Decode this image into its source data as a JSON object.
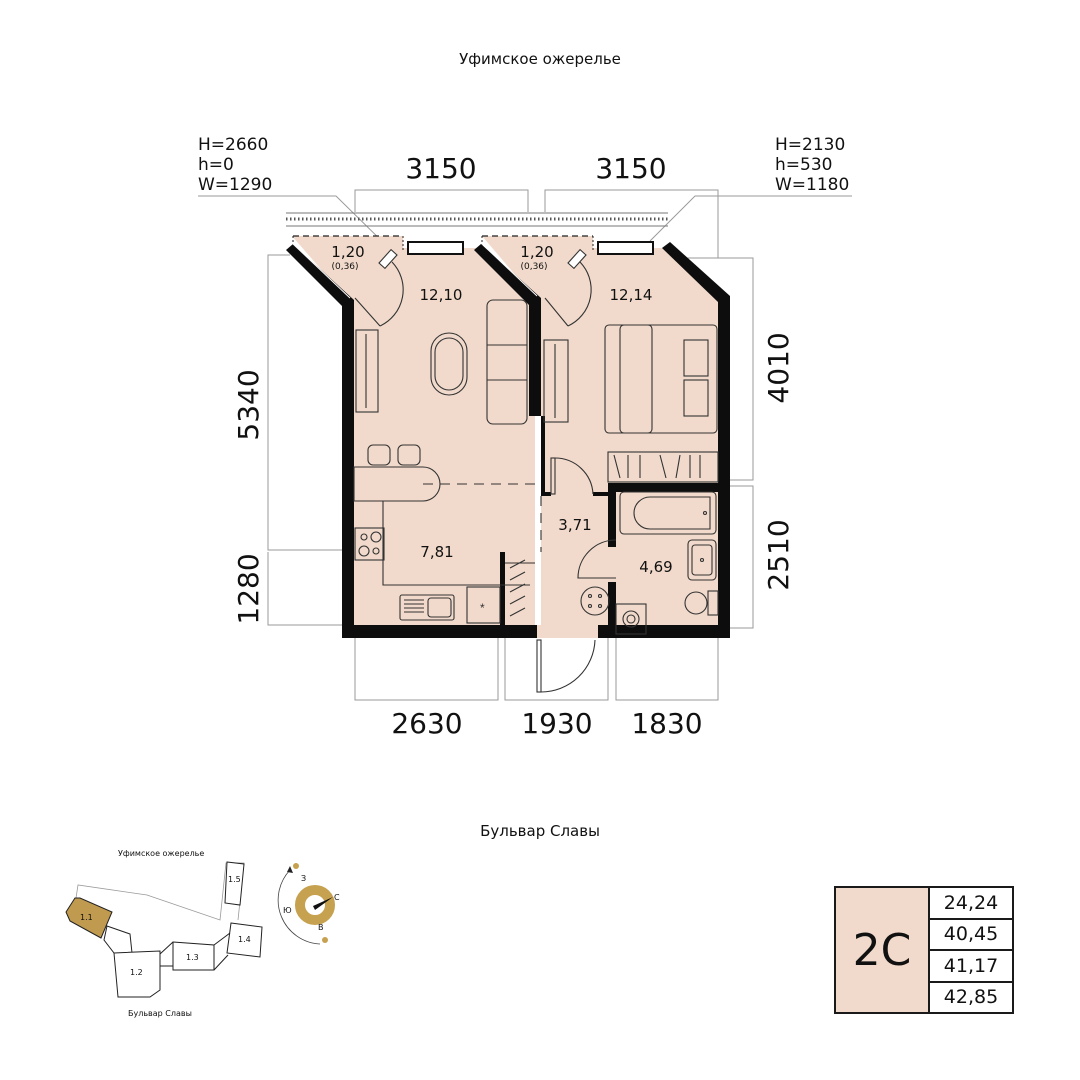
{
  "streets": {
    "top": "Уфимское ожерелье",
    "bottom": "Бульвар Славы"
  },
  "dimensions": {
    "top_left": "3150",
    "top_right": "3150",
    "left_upper": "5340",
    "left_lower": "1280",
    "right_upper": "4010",
    "right_lower": "2510",
    "bottom_left": "2630",
    "bottom_mid": "1930",
    "bottom_right": "1830"
  },
  "windows": {
    "left": {
      "H": "H=2660",
      "h": "h=0",
      "W": "W=1290"
    },
    "right": {
      "H": "H=2130",
      "h": "h=530",
      "W": "W=1180"
    }
  },
  "rooms": {
    "balcony_left": {
      "area": "1,20",
      "reduced": "(0,36)"
    },
    "balcony_right": {
      "area": "1,20",
      "reduced": "(0,36)"
    },
    "living": "12,10",
    "bedroom": "12,14",
    "kitchen": "7,81",
    "hall": "3,71",
    "bathroom": "4,69"
  },
  "minimap": {
    "street_top": "Уфимское ожерелье",
    "street_bottom": "Бульвар Славы",
    "sections": [
      "1.1",
      "1.2",
      "1.3",
      "1.4",
      "1.5"
    ],
    "highlighted": "1.1",
    "highlight_color": "#c09a4e"
  },
  "compass": {
    "north": "С",
    "south": "Ю",
    "east": "В",
    "west": "З",
    "color": "#c6a14f"
  },
  "summary": {
    "type": "2С",
    "areas": [
      "24,24",
      "40,45",
      "41,17",
      "42,85"
    ],
    "bg": "#f1dacb"
  }
}
